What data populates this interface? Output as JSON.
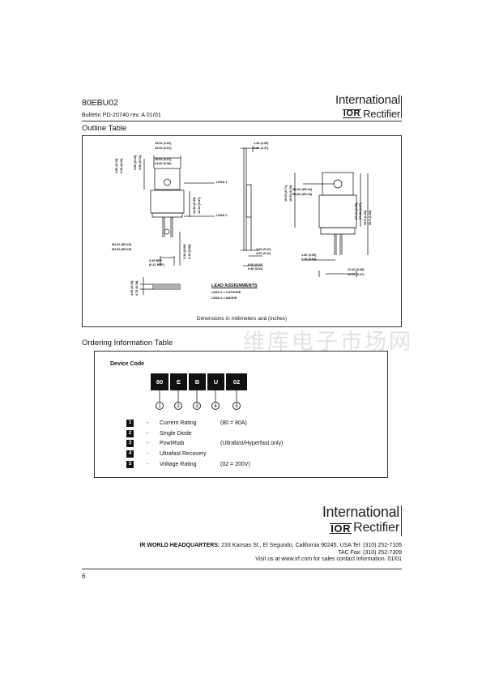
{
  "header": {
    "part_number": "80EBU02",
    "bulletin": "Bulletin  PD-20740  rev. A  01/01",
    "logo_word": "International",
    "logo_mark": "IOR",
    "logo_rectifier": "Rectifier"
  },
  "outline": {
    "title": "Outline Table",
    "dims_note": "Dimensions  in millimeters and (inches)",
    "drawing_labels": {
      "top_a": "15.90 (0.62)",
      "top_b": "15.60 (0.61)",
      "mid_a": "15.60 (0.61)",
      "mid_b": "14.80 (0.58)",
      "left_a": "4.80 (0.19)",
      "left_b": "4.20 (0.16)",
      "left_c": "3.80 (0.15)",
      "left_d": "3.50 (0.14)",
      "hole_a": "Ø4.20 (Ø0.16)",
      "hole_b": "Ø4.00 (Ø0.15)",
      "ref_a": "5.45 REF.",
      "ref_b": "(0.21 REF.)",
      "lead1": "LEAD 1",
      "lead2": "LEAD 2",
      "ht_a": "12.40 (0.49)",
      "ht_b": "12.10 (0.47)",
      "pin_a": "2.30 (0.09)",
      "pin_b": "2.15 (0.08)",
      "side_top_a": "1.35 (0.05)",
      "side_top_b": "1.20 (0.47)",
      "side_mid_a": "3.09 (0.12)",
      "side_mid_b": "3.00 (0.11)",
      "side_bot_a": "0.60 (0.02)",
      "side_bot_b": "0.40 (0.01)",
      "bot_left_a": "4.95 (0.19)",
      "bot_left_b": "4.75 (0.18)",
      "r_hole_a": "Ø4.20 (Ø0.16)",
      "r_hole_b": "Ø4.00 (Ø0.15)",
      "r_left_a": "18.25 (0.71)",
      "r_left_b": "18.00 (0.70)",
      "r_h1_a": "27.46 (1.08)",
      "r_h1_b": "27.25 (1.07)",
      "r_h2_a": "39.8 (1.56)",
      "r_h2_b": "39.5 (1.55)",
      "r_pin_a": "1.30 (0.05)",
      "r_pin_b": "1.10 (0.04)",
      "r_w_a": "12.20 (0.48)",
      "r_w_b": "12.00 (0.47)",
      "lead_title": "LEAD ASSIGNMENTS",
      "lead1_assign": "LEAD 1 = CATHODE",
      "lead2_assign": "LEAD 2 = ANODE"
    }
  },
  "watermark": "维库电子市场网",
  "ordering": {
    "title": "Ordering Information Table",
    "device_code_label": "Device Code",
    "codes": [
      "80",
      "E",
      "B",
      "U",
      "02"
    ],
    "circles": [
      "1",
      "2",
      "3",
      "4",
      "5"
    ],
    "legend": [
      {
        "num": "1",
        "dash": "-",
        "label": "Current  Rating",
        "note": "(80 = 80A)"
      },
      {
        "num": "2",
        "dash": "-",
        "label": "Single Diode",
        "note": ""
      },
      {
        "num": "3",
        "dash": "-",
        "label": "PowIRtab",
        "note": "(Ultrafast/Hyperfast only)"
      },
      {
        "num": "4",
        "dash": "-",
        "label": "Ultrafast Recovery",
        "note": ""
      },
      {
        "num": "5",
        "dash": "-",
        "label": "Voltage Rating",
        "note": "(02 = 200V)"
      }
    ]
  },
  "footer": {
    "logo_word": "International",
    "logo_mark": "IOR",
    "logo_rectifier": "Rectifier",
    "hq_bold": "IR WORLD HEADQUARTERS:",
    "hq_text": " 233 Kansas St., El Segundo, California 90245, USA Tel: (310) 252-7105",
    "tac": "TAC Fax: (310) 252-7309",
    "visit": "Visit us at www.irf.com for sales contact information.  01/01",
    "page": "6"
  }
}
